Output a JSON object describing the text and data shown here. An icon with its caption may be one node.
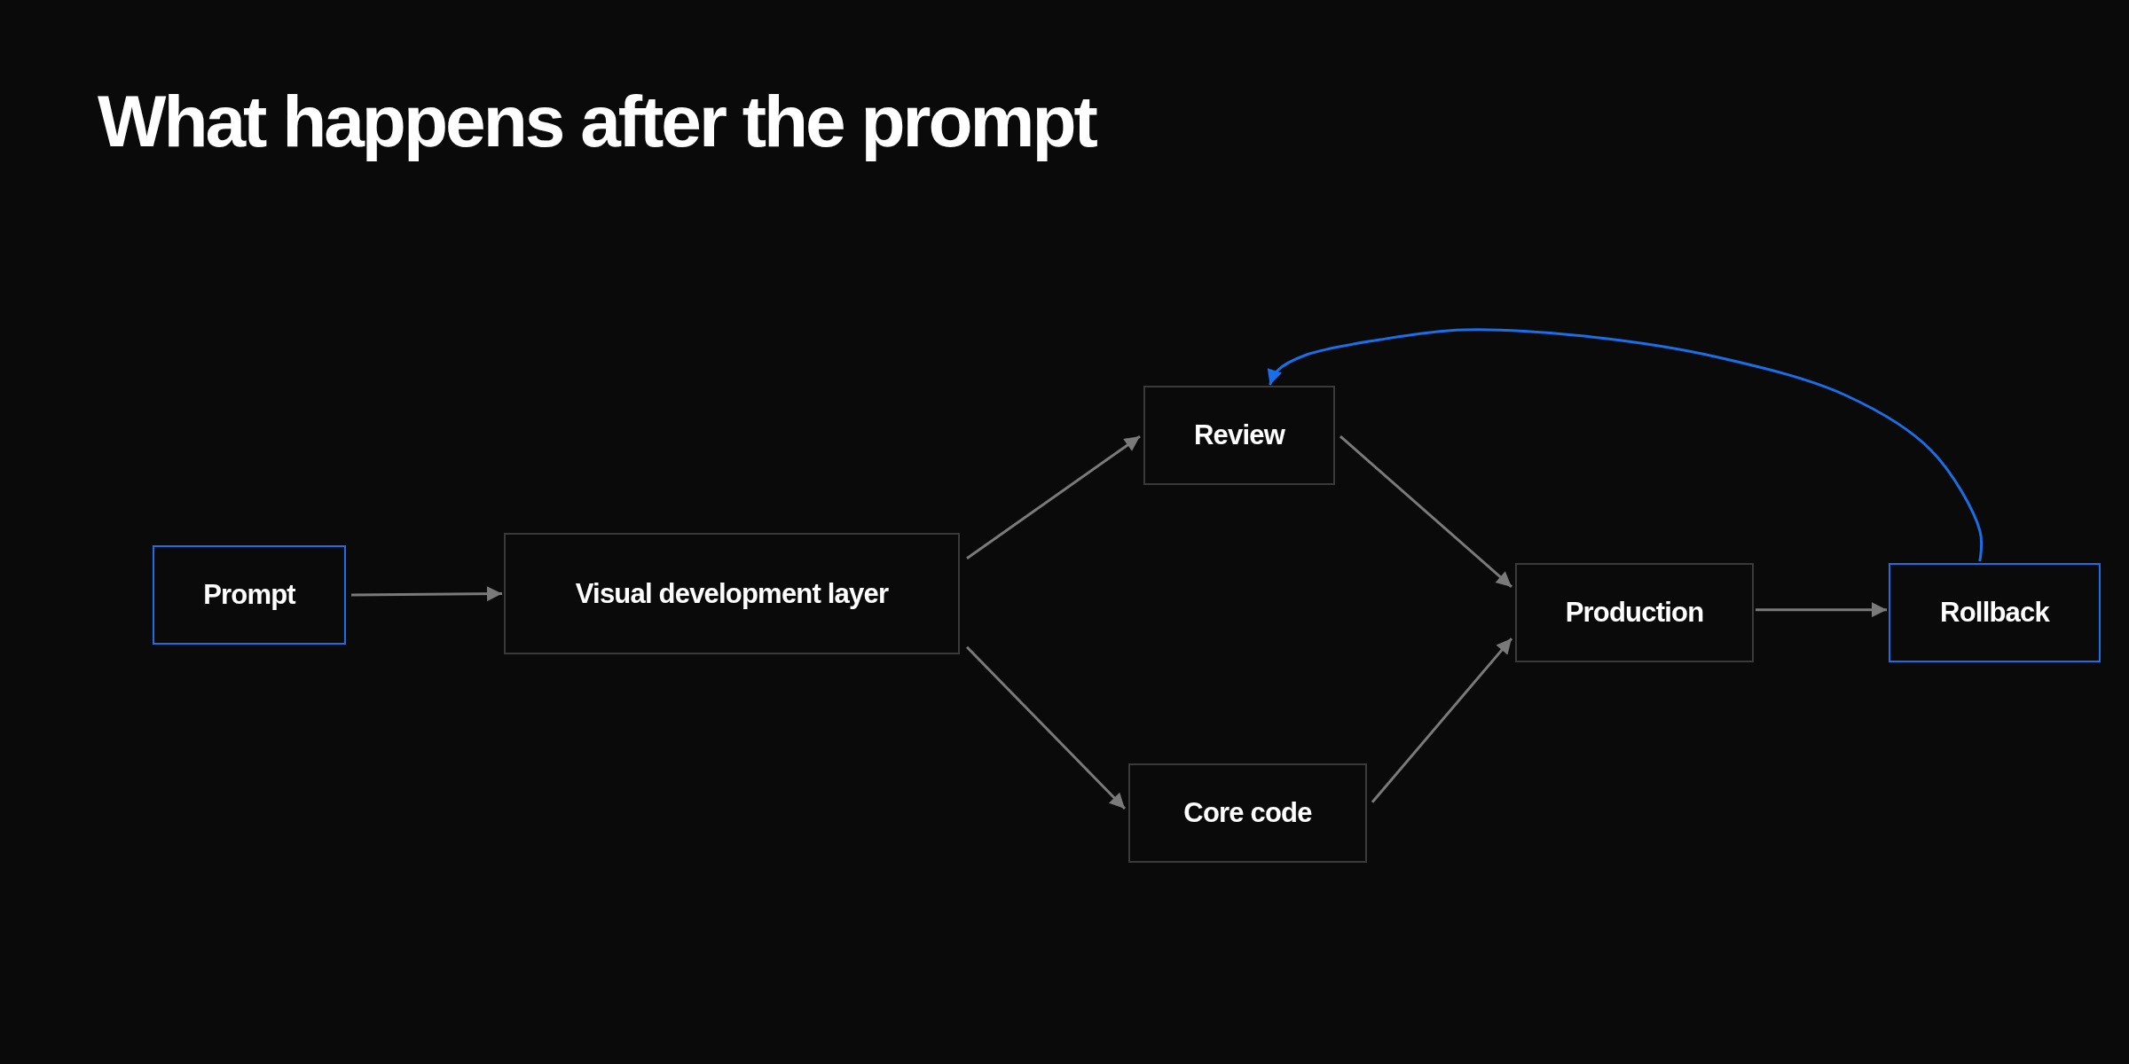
{
  "diagram": {
    "title": "What happens after the prompt",
    "nodes": [
      {
        "text": [
          "Prompt"
        ]
      },
      {
        "text": [
          "Visual development layer"
        ]
      },
      {
        "text": [
          "Review"
        ]
      },
      {
        "text": [
          "Core code"
        ]
      },
      {
        "text": [
          "Production"
        ]
      },
      {
        "text": [
          "Rollback"
        ]
      }
    ],
    "edges": [
      {
        "from": 0,
        "to": 1,
        "arrow": "to"
      },
      {
        "from": 1,
        "to": 2,
        "arrow": "to"
      },
      {
        "from": 1,
        "to": 3,
        "arrow": "to"
      },
      {
        "from": 2,
        "to": 4,
        "arrow": "to"
      },
      {
        "from": 3,
        "to": 4,
        "arrow": "to"
      },
      {
        "from": 4,
        "to": 5,
        "arrow": "to"
      },
      {
        "from": 5,
        "to": 2,
        "arrow": "to",
        "color": "#1a6fe8"
      }
    ]
  }
}
